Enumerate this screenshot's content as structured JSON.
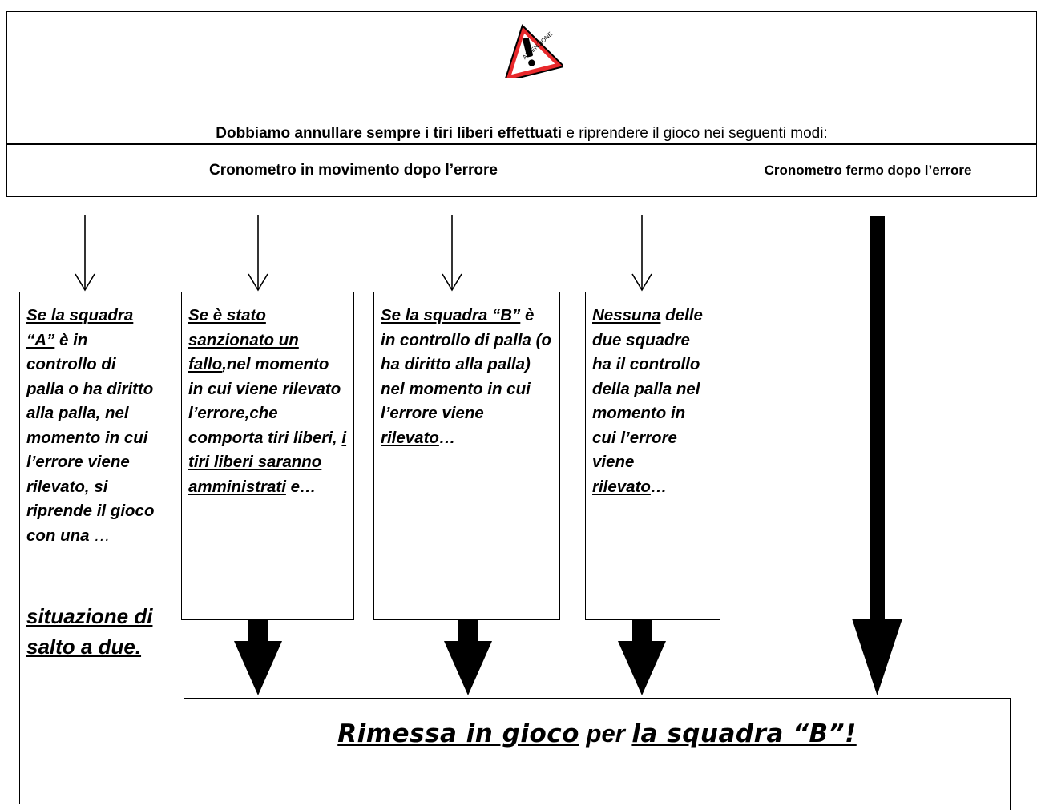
{
  "warning_badge": {
    "text": "ATTENZIONE",
    "icon": "warning-triangle-icon",
    "color": "#e8282b"
  },
  "intro": {
    "emphasis": "Dobbiamo annullare sempre i tiri liberi effettuati",
    "rest": " e riprendere il gioco nei seguenti modi:"
  },
  "header": {
    "running": "Cronometro in movimento dopo l’errore",
    "stopped": "Cronometro fermo dopo l’errore"
  },
  "cases": {
    "a": {
      "u": "Se la squadra “A”",
      "t": " è in controllo di palla o ha diritto alla palla, nel momento in cui l’errore viene rilevato,  si riprende il gioco con una",
      "tail": " …",
      "result": "situazione di salto a due."
    },
    "b": {
      "u1": "Se è stato sanzionato un fallo",
      "t1": ",nel momento in cui viene rilevato l’errore,che comporta tiri liberi, ",
      "u2": "i tiri liberi saranno amministrati",
      "t2": " e…"
    },
    "c": {
      "u1": "Se la squadra “B”",
      "t1": " è in controllo di palla (o ha diritto alla palla) nel momento in cui l’errore viene ",
      "u2": "rilevato",
      "t2": "…"
    },
    "d": {
      "u1": "Nessuna",
      "t1": " delle due squadre ha il controllo della palla nel momento in cui l’errore viene ",
      "u2": "rilevato",
      "t2": "…"
    }
  },
  "final": {
    "p1": "Rimessa in gioco",
    "p2": " per ",
    "p3": "la squadra “B”!"
  }
}
